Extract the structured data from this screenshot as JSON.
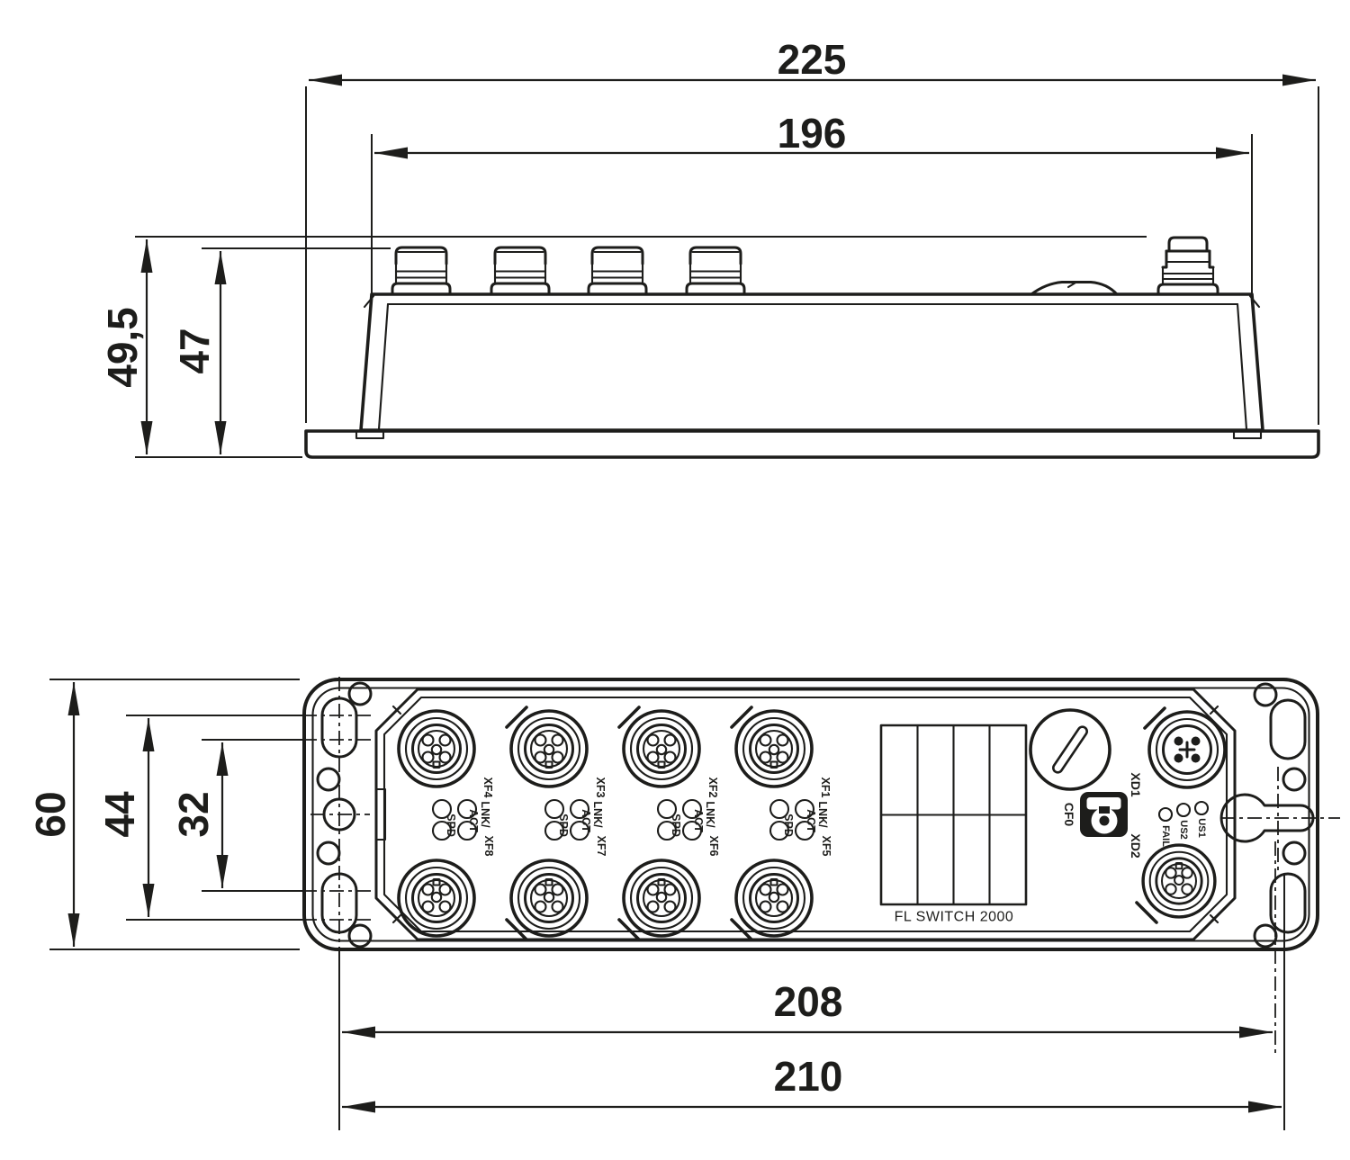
{
  "drawing": {
    "colors": {
      "line": "#1d1d1b",
      "background": "#ffffff"
    },
    "dims": {
      "total_width": "225",
      "body_width": "196",
      "height_with_connectors": "49,5",
      "height_body": "47",
      "front_height": "60",
      "mount_slot_span_outer": "44",
      "mount_slot_span_inner": "32",
      "mount_hole_distance": "208",
      "mount_keyhole_distance": "210"
    },
    "labels": {
      "product": "FL SWITCH 2000",
      "rotary": "CF0",
      "xd1": "XD1",
      "xd2": "XD2",
      "us1": "US1",
      "us2": "US2",
      "fail": "FAIL",
      "lnk": "LNK/",
      "act": "ACT",
      "spd": "SPD"
    },
    "port_groups": [
      {
        "top": "XF4",
        "bottom": "XF8"
      },
      {
        "top": "XF3",
        "bottom": "XF7"
      },
      {
        "top": "XF2",
        "bottom": "XF6"
      },
      {
        "top": "XF1",
        "bottom": "XF5"
      }
    ]
  }
}
